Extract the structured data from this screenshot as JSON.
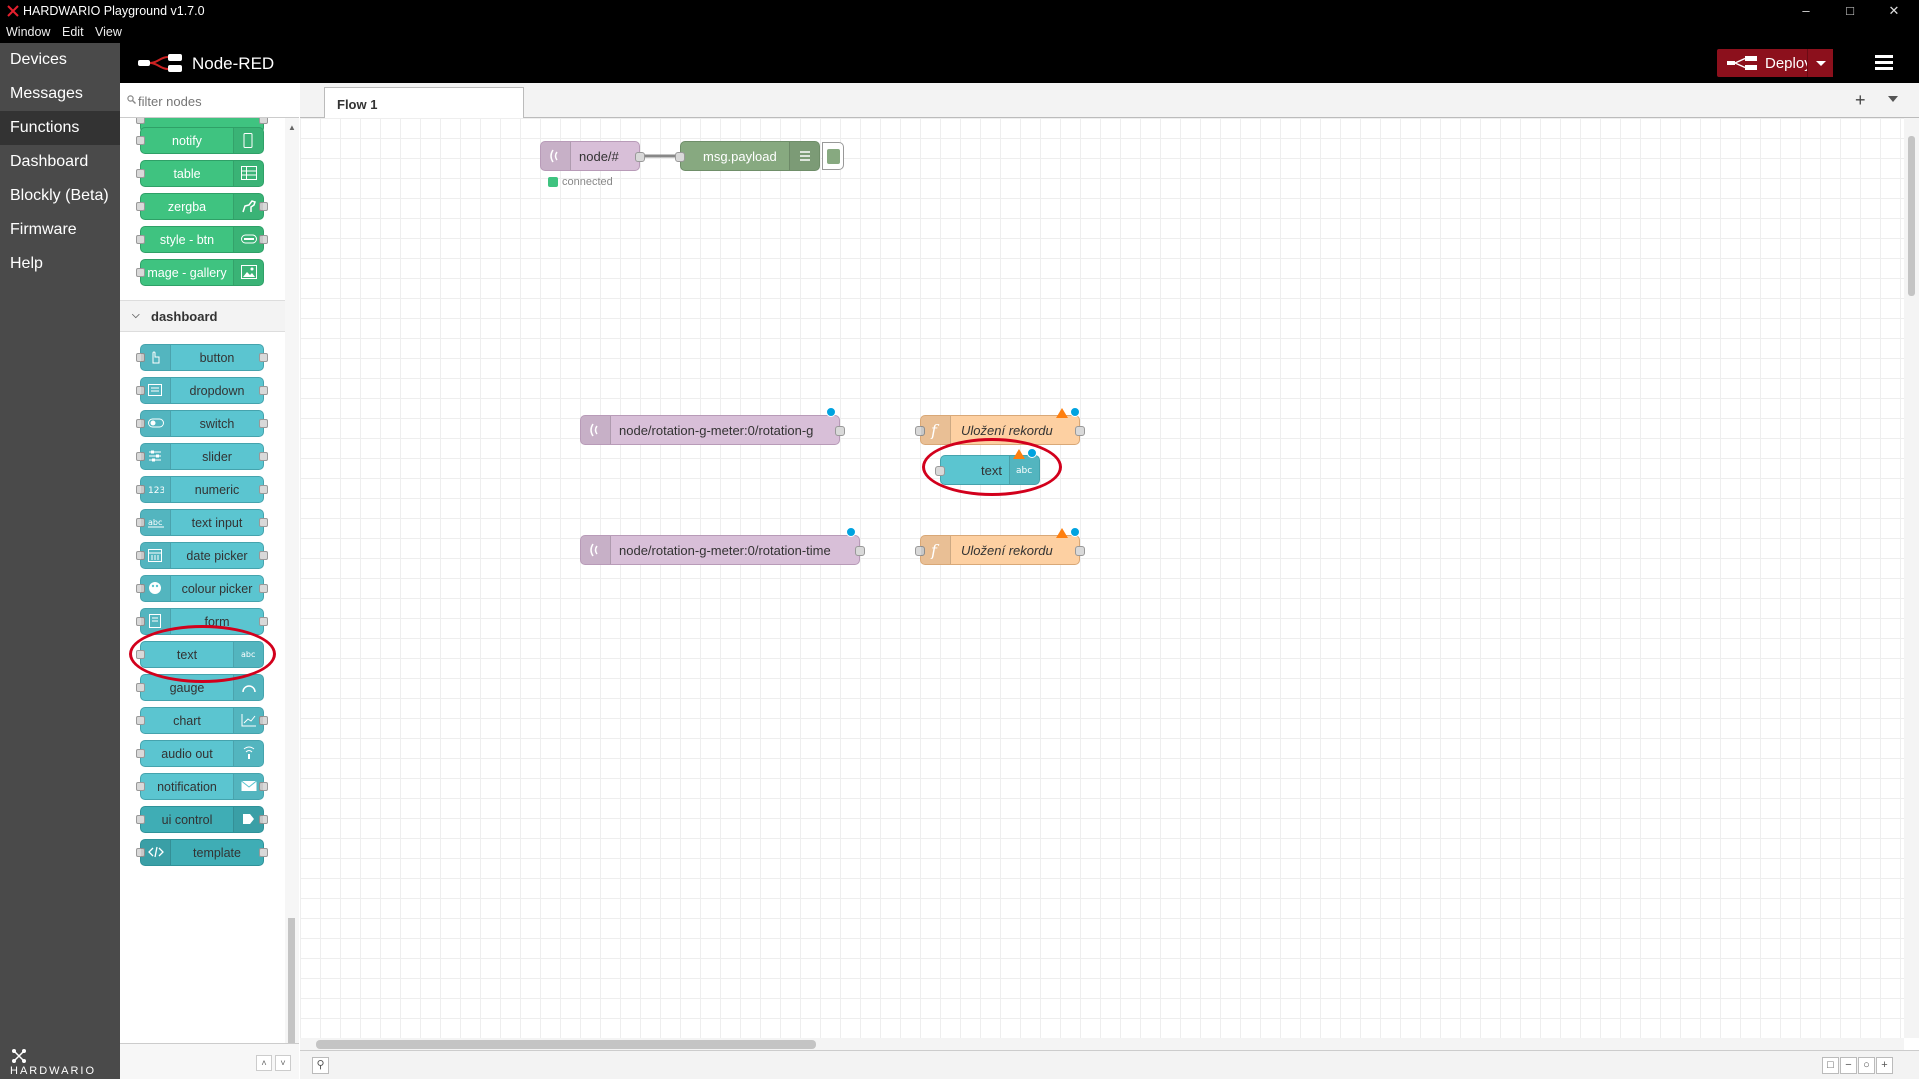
{
  "window": {
    "title": "HARDWARIO Playground v1.7.0",
    "menu": [
      "Window",
      "Edit",
      "View"
    ],
    "controls": [
      "–",
      "□",
      "✕"
    ]
  },
  "app_nav": {
    "items": [
      "Devices",
      "Messages",
      "Functions",
      "Dashboard",
      "Blockly (Beta)",
      "Firmware",
      "Help"
    ],
    "active": "Functions",
    "brand": "HARDWARIO"
  },
  "header": {
    "title": "Node-RED",
    "deploy_label": "Deploy"
  },
  "palette": {
    "filter_placeholder": "filter nodes",
    "top_nodes": [
      "notify",
      "table",
      "zergba",
      "style - btn",
      "mage - gallery"
    ],
    "category": "dashboard",
    "dashboard_nodes": [
      "button",
      "dropdown",
      "switch",
      "slider",
      "numeric",
      "text input",
      "date picker",
      "colour picker",
      "form",
      "text",
      "gauge",
      "chart",
      "audio out",
      "notification",
      "ui control",
      "template"
    ]
  },
  "workspace": {
    "tab": "Flow 1",
    "nodes": {
      "mqtt_in_1": "node/#",
      "mqtt_in_1_status": "connected",
      "debug": "msg.payload",
      "mqtt_in_2": "node/rotation-g-meter:0/rotation-g",
      "func_1": "Uložení rekordu",
      "ui_text": "text",
      "mqtt_in_3": "node/rotation-g-meter:0/rotation-time",
      "func_2": "Uložení rekordu"
    },
    "footer_buttons": [
      "□",
      "−",
      "○",
      "+"
    ]
  },
  "colors": {
    "deploy": "#8c101c",
    "highlight": "#d2001c",
    "ui_node": "#5bc5d0",
    "mqtt_node": "#d8bfd8",
    "function_node": "#fdd0a2"
  }
}
